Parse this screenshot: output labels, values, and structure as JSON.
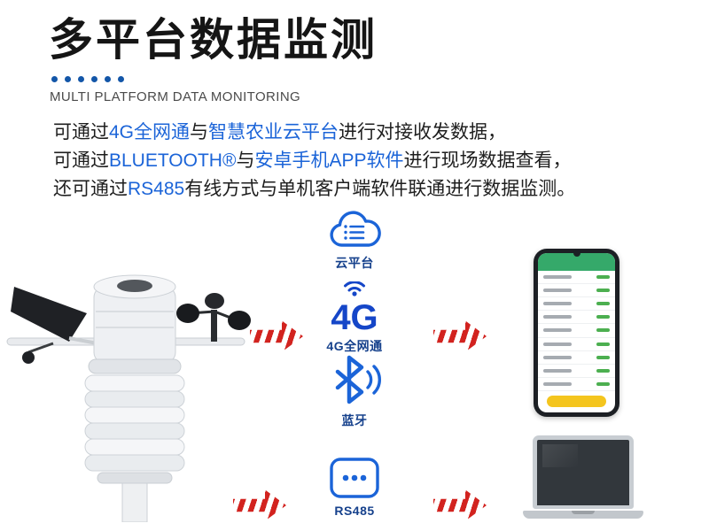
{
  "header": {
    "title": "多平台数据监测",
    "subtitle": "MULTI PLATFORM DATA MONITORING"
  },
  "intro": {
    "line1": {
      "s0": "可通过",
      "s1": "4G全网通",
      "s2": "与",
      "s3": "智慧农业云平台",
      "s4": "进行对接收发数据，"
    },
    "line2": {
      "s0": "可通过",
      "s1": "BLUETOOTH®",
      "s2": "与",
      "s3": "安卓手机APP软件",
      "s4": "进行现场数据查看，"
    },
    "line3": {
      "s0": "还可通过",
      "s1": "RS485",
      "s2": "有线方式与单机客户端软件联通进行数据监测。"
    }
  },
  "connectivity": {
    "cloud": {
      "label": "云平台"
    },
    "cellular": {
      "text": "4G",
      "label": "4G全网通"
    },
    "bluetooth": {
      "label": "蓝牙"
    },
    "rs485": {
      "label": "RS485"
    }
  },
  "colors": {
    "accent_blue": "#1b64d8",
    "arrow_red": "#d2231f",
    "label_navy": "#16418c",
    "dot_blue": "#1356a8"
  }
}
